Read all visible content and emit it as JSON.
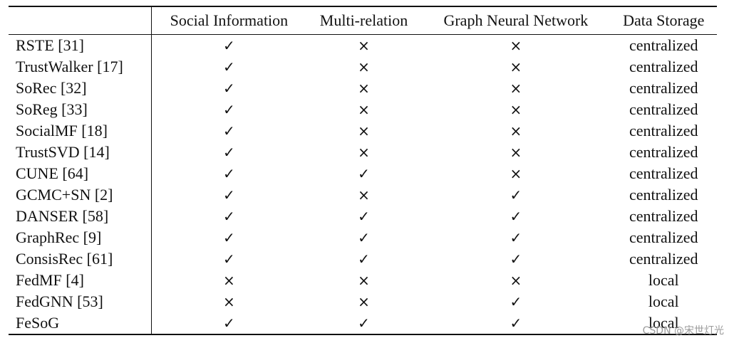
{
  "table": {
    "headers": [
      "",
      "Social Information",
      "Multi-relation",
      "Graph Neural Network",
      "Data Storage"
    ],
    "rows": [
      {
        "method": "RSTE [31]",
        "social": "✓",
        "multi": "×",
        "gnn": "×",
        "storage": "centralized"
      },
      {
        "method": "TrustWalker [17]",
        "social": "✓",
        "multi": "×",
        "gnn": "×",
        "storage": "centralized"
      },
      {
        "method": "SoRec [32]",
        "social": "✓",
        "multi": "×",
        "gnn": "×",
        "storage": "centralized"
      },
      {
        "method": "SoReg [33]",
        "social": "✓",
        "multi": "×",
        "gnn": "×",
        "storage": "centralized"
      },
      {
        "method": "SocialMF [18]",
        "social": "✓",
        "multi": "×",
        "gnn": "×",
        "storage": "centralized"
      },
      {
        "method": "TrustSVD [14]",
        "social": "✓",
        "multi": "×",
        "gnn": "×",
        "storage": "centralized"
      },
      {
        "method": "CUNE [64]",
        "social": "✓",
        "multi": "✓",
        "gnn": "×",
        "storage": "centralized"
      },
      {
        "method": "GCMC+SN [2]",
        "social": "✓",
        "multi": "×",
        "gnn": "✓",
        "storage": "centralized"
      },
      {
        "method": "DANSER [58]",
        "social": "✓",
        "multi": "✓",
        "gnn": "✓",
        "storage": "centralized"
      },
      {
        "method": "GraphRec [9]",
        "social": "✓",
        "multi": "✓",
        "gnn": "✓",
        "storage": "centralized"
      },
      {
        "method": "ConsisRec [61]",
        "social": "✓",
        "multi": "✓",
        "gnn": "✓",
        "storage": "centralized"
      },
      {
        "method": "FedMF [4]",
        "social": "×",
        "multi": "×",
        "gnn": "×",
        "storage": "local"
      },
      {
        "method": "FedGNN [53]",
        "social": "×",
        "multi": "×",
        "gnn": "✓",
        "storage": "local"
      },
      {
        "method": "FeSoG",
        "social": "✓",
        "multi": "✓",
        "gnn": "✓",
        "storage": "local"
      }
    ]
  },
  "watermark": "CSDN @宋世灯光"
}
